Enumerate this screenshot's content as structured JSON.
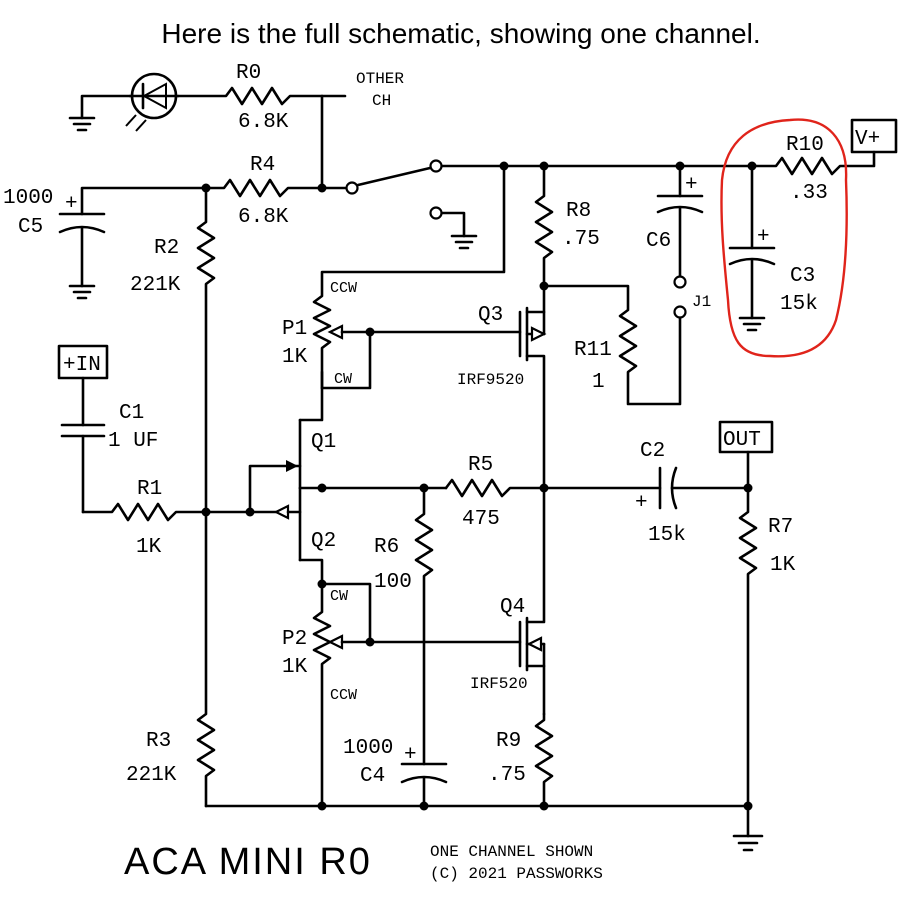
{
  "header": "Here is the full schematic, showing one channel.",
  "title": "ACA MINI R0",
  "subtitle_line1": "ONE CHANNEL SHOWN",
  "subtitle_line2": "(C) 2021 PASSWORKS",
  "ports": {
    "vplus": "V+",
    "in": "+IN",
    "out": "OUT"
  },
  "other_ch": [
    "OTHER",
    "CH"
  ],
  "components": {
    "R0": [
      "R0",
      "6.8K"
    ],
    "R4": [
      "R4",
      "6.8K"
    ],
    "R2": [
      "R2",
      "221K"
    ],
    "R3": [
      "R3",
      "221K"
    ],
    "R1": [
      "R1",
      "1K"
    ],
    "R5": [
      "R5",
      "475"
    ],
    "R6": [
      "R6",
      "100"
    ],
    "R7": [
      "R7",
      "1K"
    ],
    "R8": [
      "R8",
      ".75"
    ],
    "R9": [
      "R9",
      ".75"
    ],
    "R10": [
      "R10",
      ".33"
    ],
    "R11": [
      "R11",
      "1"
    ],
    "C1": [
      "C1",
      "1 UF"
    ],
    "C2": [
      "C2",
      "15k"
    ],
    "C3": [
      "C3",
      "15k"
    ],
    "C4": [
      "1000",
      "C4"
    ],
    "C5": [
      "1000",
      "C5"
    ],
    "C6": [
      "C6"
    ],
    "J1": [
      "J1"
    ],
    "P1": [
      "P1",
      "1K"
    ],
    "P2": [
      "P2",
      "1K"
    ],
    "Q1": [
      "Q1"
    ],
    "Q2": [
      "Q2"
    ],
    "Q3": [
      "Q3",
      "IRF9520"
    ],
    "Q4": [
      "Q4",
      "IRF520"
    ]
  },
  "pot_marks": {
    "ccw": "CCW",
    "cw": "CW"
  },
  "polarity": "+",
  "colors": {
    "line": "#000000",
    "highlight": "#e0241b",
    "background": "#ffffff"
  }
}
